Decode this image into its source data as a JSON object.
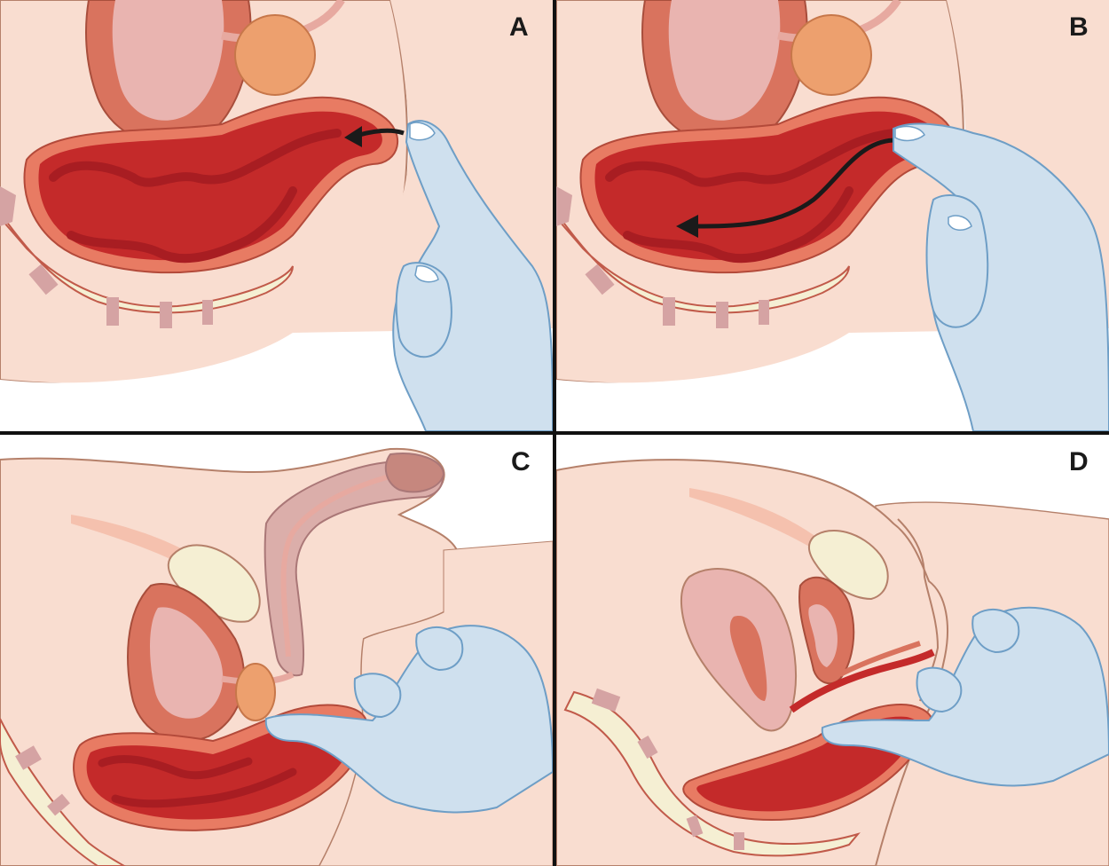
{
  "panels": [
    {
      "id": "A",
      "letter": "A"
    },
    {
      "id": "B",
      "letter": "B"
    },
    {
      "id": "C",
      "letter": "C"
    },
    {
      "id": "D",
      "letter": "D"
    }
  ],
  "colors": {
    "skin": "#f9ddd0",
    "skin_outline": "#b5806a",
    "bladder_wall": "#d9735e",
    "bladder_inner": "#e9b4b0",
    "prostate": "#eda06e",
    "rectum_outer": "#e87b63",
    "rectum_wall": "#c42a2a",
    "rectum_dark": "#b01e24",
    "bone": "#f5efd3",
    "disc": "#d5a3a3",
    "glove": "#cfe0ee",
    "glove_outline": "#6e9ec6",
    "arrow": "#1a1a1a",
    "divider": "#111111"
  }
}
